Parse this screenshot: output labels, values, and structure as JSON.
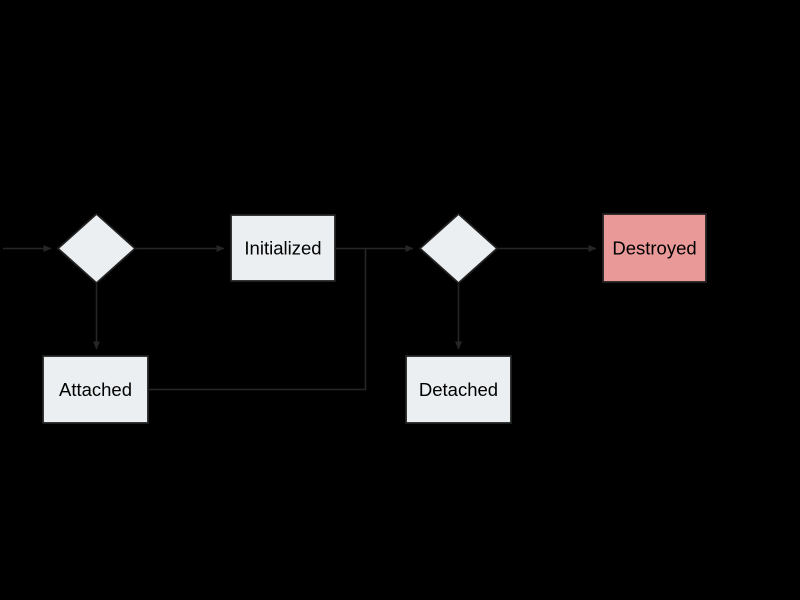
{
  "diagram": {
    "type": "flowchart",
    "title": "component lifecycle state diagram",
    "colors": {
      "background": "#000000",
      "node_fill": "#ECEFF1",
      "destroyed_fill": "#EA9999",
      "node_stroke": "#212121",
      "edge_color": "#262626",
      "text_color": "#000000"
    },
    "nodes": [
      {
        "id": "entry-decision",
        "shape": "diamond",
        "label": ""
      },
      {
        "id": "initialized",
        "shape": "rect",
        "label": "Initialized",
        "fill": "#ECEFF1"
      },
      {
        "id": "attached",
        "shape": "rect",
        "label": "Attached",
        "fill": "#ECEFF1"
      },
      {
        "id": "exit-decision",
        "shape": "diamond",
        "label": ""
      },
      {
        "id": "detached",
        "shape": "rect",
        "label": "Detached",
        "fill": "#ECEFF1"
      },
      {
        "id": "destroyed",
        "shape": "rect",
        "label": "Destroyed",
        "fill": "#EA9999"
      }
    ],
    "edges": [
      {
        "from": "start(off-canvas-left)",
        "to": "entry-decision",
        "arrow": true
      },
      {
        "from": "entry-decision",
        "to": "initialized",
        "arrow": true
      },
      {
        "from": "entry-decision",
        "to": "attached",
        "arrow": true
      },
      {
        "from": "initialized",
        "to": "exit-decision",
        "arrow": true
      },
      {
        "from": "attached",
        "to": "exit-decision",
        "arrow": false,
        "note": "right then up, merges into initialized-to-exit-decision line"
      },
      {
        "from": "exit-decision",
        "to": "detached",
        "arrow": true
      },
      {
        "from": "exit-decision",
        "to": "destroyed",
        "arrow": true
      }
    ]
  }
}
